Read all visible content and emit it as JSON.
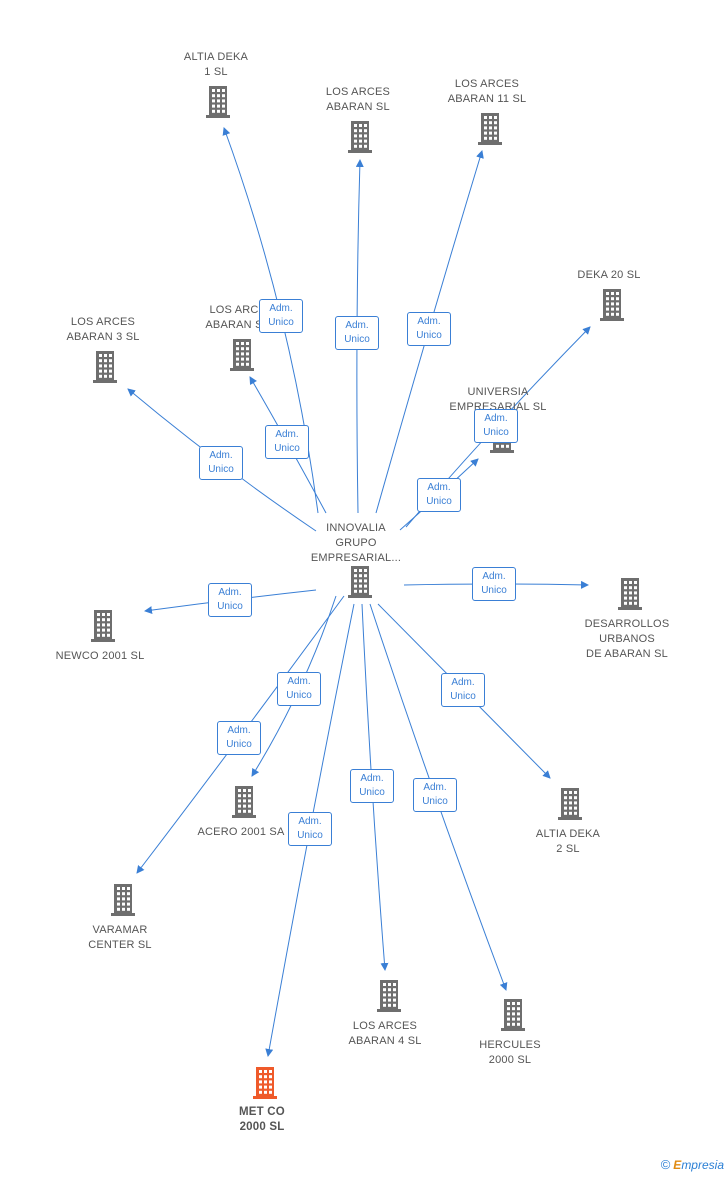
{
  "colors": {
    "edge": "#3a7fd5",
    "building": "#6e6e6e",
    "building_highlight": "#ef5a2a"
  },
  "center": {
    "id": "center",
    "label": "INNOVALIA\nGRUPO\nEMPRESARIAL..."
  },
  "nodes": [
    {
      "id": "altia-deka-1",
      "label": "ALTIA DEKA\n1 SL",
      "highlight": false
    },
    {
      "id": "los-arces-abaran",
      "label": "LOS ARCES\nABARAN SL",
      "highlight": false
    },
    {
      "id": "los-arces-abaran-11",
      "label": "LOS ARCES\nABARAN 11 SL",
      "highlight": false
    },
    {
      "id": "deka-20",
      "label": "DEKA 20 SL",
      "highlight": false
    },
    {
      "id": "los-arces-abaran-3",
      "label": "LOS ARCES\nABARAN 3 SL",
      "highlight": false
    },
    {
      "id": "los-arces-abaran-5",
      "label": "LOS ARC\nABARAN S",
      "highlight": false
    },
    {
      "id": "universia",
      "label": "UNIVERSIA\nEMPRESARIAL SL",
      "highlight": false
    },
    {
      "id": "newco-2001",
      "label": "NEWCO 2001 SL",
      "highlight": false
    },
    {
      "id": "desarrollos-urbanos",
      "label": "DESARROLLOS\nURBANOS\nDE ABARAN SL",
      "highlight": false
    },
    {
      "id": "acero-2001",
      "label": "ACERO 2001 SA",
      "highlight": false
    },
    {
      "id": "altia-deka-2",
      "label": "ALTIA DEKA\n2 SL",
      "highlight": false
    },
    {
      "id": "varamar-center",
      "label": "VARAMAR\nCENTER SL",
      "highlight": false
    },
    {
      "id": "los-arces-abaran-4",
      "label": "LOS ARCES\nABARAN 4 SL",
      "highlight": false
    },
    {
      "id": "hercules-2000",
      "label": "HERCULES\n2000 SL",
      "highlight": false
    },
    {
      "id": "met-co-2000",
      "label": "MET CO\n2000 SL",
      "highlight": true
    }
  ],
  "edges": [
    {
      "to": "altia-deka-1",
      "label": "Adm.\nUnico"
    },
    {
      "to": "los-arces-abaran",
      "label": "Adm.\nUnico"
    },
    {
      "to": "los-arces-abaran-11",
      "label": "Adm.\nUnico"
    },
    {
      "to": "deka-20",
      "label": "Adm.\nUnico"
    },
    {
      "to": "los-arces-abaran-3",
      "label": "Adm.\nUnico"
    },
    {
      "to": "los-arces-abaran-5",
      "label": "Adm.\nUnico"
    },
    {
      "to": "universia",
      "label": "Adm.\nUnico"
    },
    {
      "to": "newco-2001",
      "label": "Adm.\nUnico"
    },
    {
      "to": "desarrollos-urbanos",
      "label": "Adm.\nUnico"
    },
    {
      "to": "acero-2001",
      "label": "Adm.\nUnico"
    },
    {
      "to": "altia-deka-2",
      "label": "Adm.\nUnico"
    },
    {
      "to": "varamar-center",
      "label": "Adm.\nUnico"
    },
    {
      "to": "los-arces-abaran-4",
      "label": "Adm.\nUnico"
    },
    {
      "to": "hercules-2000",
      "label": "Adm.\nUnico"
    },
    {
      "to": "met-co-2000",
      "label": "Adm.\nUnico"
    }
  ],
  "footer": {
    "copyright": "©",
    "brand_e": "E",
    "brand_rest": "mpresia"
  }
}
